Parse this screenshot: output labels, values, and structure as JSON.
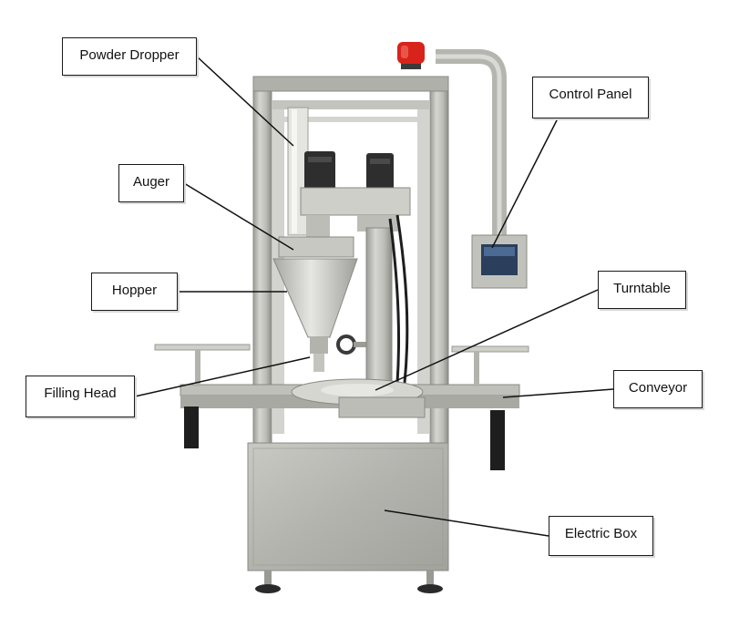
{
  "labels": {
    "powder_dropper": "Powder Dropper",
    "control_panel": "Control Panel",
    "auger": "Auger",
    "hopper": "Hopper",
    "turntable": "Turntable",
    "filling_head": "Filling Head",
    "conveyor": "Conveyor",
    "electric_box": "Electric Box"
  },
  "colors": {
    "steel": "#b9b9b4",
    "steel_dark": "#8f8f8a",
    "steel_light": "#dcdcd8",
    "motor": "#2e2e2e",
    "beacon": "#d8231b",
    "screen": "#2b3f5c",
    "leader_line": "#111111"
  },
  "icons": [
    "warning-beacon-icon",
    "touch-screen-icon",
    "servo-motor-icon"
  ]
}
